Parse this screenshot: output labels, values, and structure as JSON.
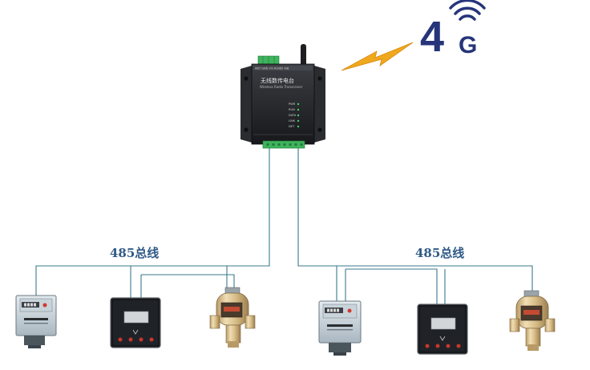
{
  "badge": {
    "number": "4",
    "letter": "G",
    "color": "#26357a"
  },
  "gateway": {
    "title": "无线数传电台",
    "subtitle": "Wireless Radio Transceiver",
    "top_label": "ANT  GND  Vin  RS485 A/B",
    "led_labels": [
      "PWR",
      "RUN",
      "DATA",
      "LINK",
      "NET"
    ]
  },
  "bus_labels": [
    "485总线",
    "485总线"
  ],
  "colors": {
    "wire": "#3a7a8c",
    "lightning": "#f0a81c",
    "bus_label": "#2f5a86"
  },
  "devices": [
    {
      "type": "electric-meter"
    },
    {
      "type": "panel-meter"
    },
    {
      "type": "water-meter"
    },
    {
      "type": "electric-meter"
    },
    {
      "type": "panel-meter"
    },
    {
      "type": "water-meter"
    }
  ]
}
